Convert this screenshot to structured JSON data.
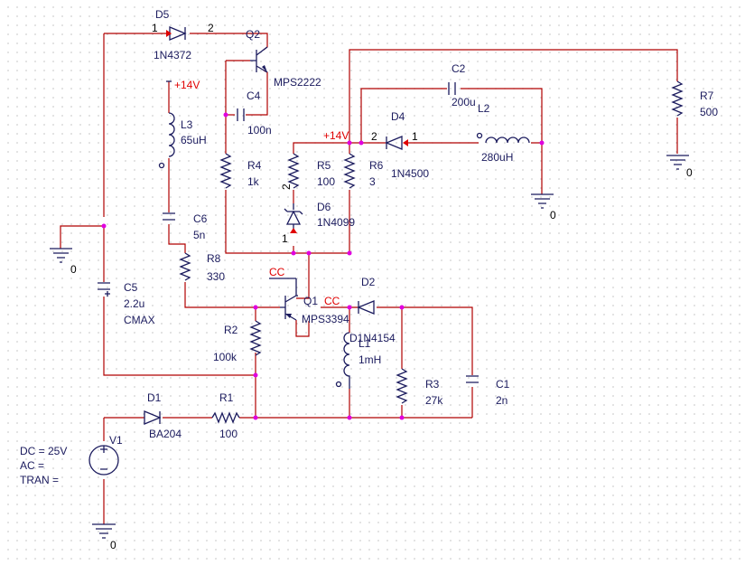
{
  "components": {
    "d5": {
      "ref": "D5",
      "value": "1N4372",
      "pin1": "1",
      "pin2": "2"
    },
    "q2": {
      "ref": "Q2",
      "value": "MPS2222"
    },
    "c4": {
      "ref": "C4",
      "value": "100n"
    },
    "l3": {
      "ref": "L3",
      "value": "65uH"
    },
    "c6": {
      "ref": "C6",
      "value": "5n"
    },
    "r8": {
      "ref": "R8",
      "value": "330"
    },
    "r4": {
      "ref": "R4",
      "value": "1k"
    },
    "r5": {
      "ref": "R5",
      "value": "100"
    },
    "r6": {
      "ref": "R6",
      "value": "3"
    },
    "d6": {
      "ref": "D6",
      "value": "1N4099",
      "pin1": "1",
      "pin2": "2"
    },
    "d4": {
      "ref": "D4",
      "value": "1N4500",
      "pin1": "1",
      "pin2": "2"
    },
    "c2": {
      "ref": "C2",
      "value": "200u"
    },
    "l2": {
      "ref": "L2",
      "value": "280uH"
    },
    "r7": {
      "ref": "R7",
      "value": "500"
    },
    "c5": {
      "ref": "C5",
      "value": "2.2u",
      "extra": "CMAX"
    },
    "q1": {
      "ref": "Q1",
      "value": "MPS3394"
    },
    "r2": {
      "ref": "R2",
      "value": "100k"
    },
    "d2": {
      "ref": "D2",
      "value": "D1N4154"
    },
    "l1": {
      "ref": "L1",
      "value": "1mH"
    },
    "r3": {
      "ref": "R3",
      "value": "27k"
    },
    "c1": {
      "ref": "C1",
      "value": "2n"
    },
    "d1": {
      "ref": "D1",
      "value": "BA204"
    },
    "r1": {
      "ref": "R1",
      "value": "100"
    },
    "v1": {
      "ref": "V1",
      "dc": "DC = 25V",
      "ac": "AC =",
      "tran": "TRAN ="
    }
  },
  "nets": {
    "vcc_label": "+14V",
    "cc_label": "CC",
    "ground_label": "0"
  },
  "colors": {
    "wire": "#b00000",
    "component": "#1b1b5e",
    "junction": "#e000e0",
    "net_label": "#e00000"
  }
}
